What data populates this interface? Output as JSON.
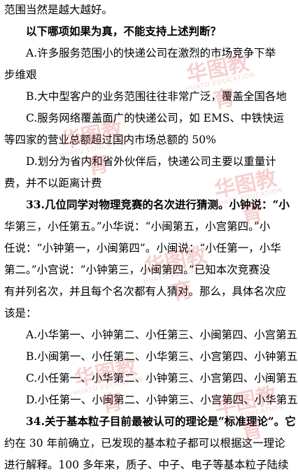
{
  "lines": [
    "范围当然是越大越好。",
    "以下哪项如果为真，不能支持上述判断？",
    "A.许多服务范围小的快递公司在激烈的市场竞争下举",
    "步维艰",
    "B.大中型客户的业务范围往往非常广泛，覆盖全国各地",
    "C.服务网络覆盖面广的快递公司，如 EMS、中铁快运",
    "等四家的营业总额超过国内市场总额的 50%",
    "D.划分为省内和省外伙伴后，快递公司主要以重量计",
    "费，并不以距离计费",
    "33.几位同学对物理竞赛的名次进行猜测。小钟说：“小",
    "华第三，小任第五。”小华说：“小闽第五，小宫第四。”小",
    "任说：“小钟第一，小闽第四”。小闽说：“小任第一，小华",
    "第二。”小宫说：“小钟第三，小闽第四。”已知本次竞赛没",
    "有并列名次，并且每个名次都有人猜对。那么，具体名次应",
    "该是：",
    "A.小华第一、小钟第二、小任第三、小闽第四、小宫第五",
    "B.小闽第一、小任第二、小华第三、小宫第四、小钟第五",
    "C.小任第一、小华第二、小钟第三、小宫第四、小闽第五",
    "D.小任第一、小闽第二、小钟第三、小宫第四、小华第五",
    "34.关于基本粒子目前最被认可的理论是“标准理论”。它",
    "约在 30 年前确立，已发现的基本粒子都可以根据这一理论",
    "进行解释。100 多年来，质子、中子、电子等基本粒子陆续"
  ],
  "watermark": {
    "brand": "华图教育",
    "sub": "HUATU EDUCATION",
    "color": "#d93030"
  }
}
